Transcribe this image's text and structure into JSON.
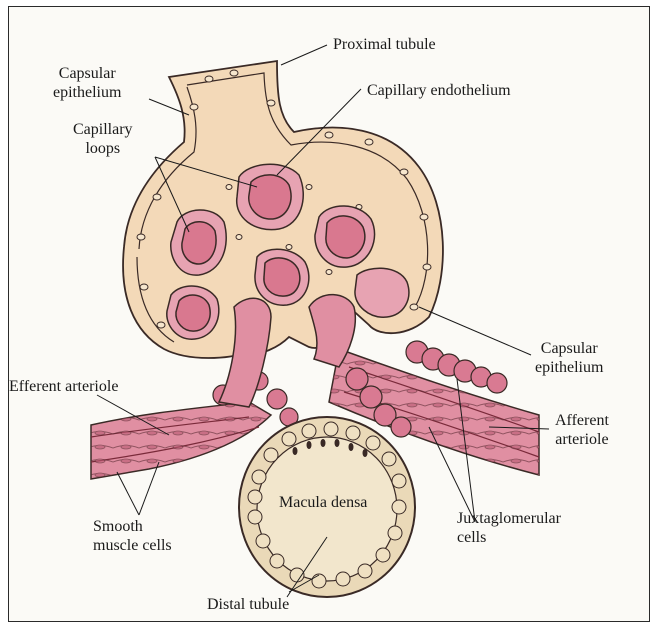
{
  "labels": {
    "proximal_tubule": "Proximal tubule",
    "capsular_epithelium_top": [
      "Capsular",
      "epithelium"
    ],
    "capillary_endothelium": "Capillary endothelium",
    "capillary_loops": [
      "Capillary",
      "loops"
    ],
    "capsular_epithelium_right": [
      "Capsular",
      "epithelium"
    ],
    "efferent_arteriole": "Efferent arteriole",
    "afferent_arteriole": [
      "Afferent",
      "arteriole"
    ],
    "macula_densa": "Macula densa",
    "smooth_muscle_cells": [
      "Smooth",
      "muscle cells"
    ],
    "juxtaglomerular_cells": [
      "Juxtaglomerular",
      "cells"
    ],
    "distal_tubule": "Distal tubule"
  },
  "colors": {
    "capsule": "#f3d9b8",
    "capillary": "#e7a3b2",
    "capillary_inner": "#d9788f",
    "arteriole": "#e08fa2",
    "tubule": "#ead9b8",
    "outline": "#3a2a26"
  }
}
